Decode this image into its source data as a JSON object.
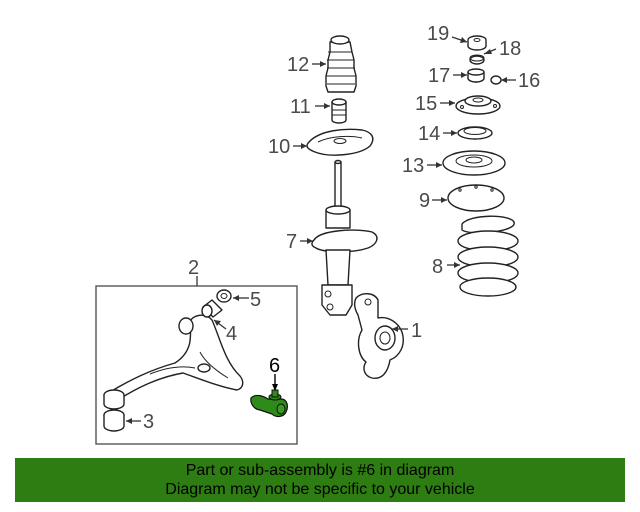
{
  "callouts": {
    "c1": "1",
    "c2": "2",
    "c3": "3",
    "c4": "4",
    "c5": "5",
    "c6": "6",
    "c7": "7",
    "c8": "8",
    "c9": "9",
    "c10": "10",
    "c11": "11",
    "c12": "12",
    "c13": "13",
    "c14": "14",
    "c15": "15",
    "c16": "16",
    "c17": "17",
    "c18": "18",
    "c19": "19"
  },
  "highlight": {
    "part": "6",
    "color": "#2e8b1a"
  },
  "banner": {
    "line1": "Part or sub-assembly is #6 in diagram",
    "line2": "Diagram may not be specific to your vehicle",
    "background": "#2e7d12"
  }
}
